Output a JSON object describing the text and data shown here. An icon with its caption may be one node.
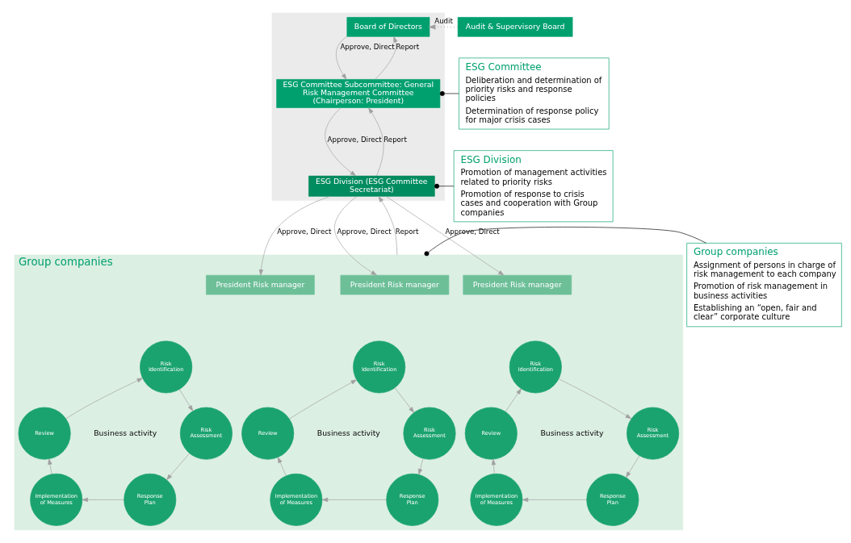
{
  "diagram": {
    "nodes": [
      {
        "text": [],
        "shape": "triangle"
      },
      {
        "text": [
          "Board of Directors"
        ],
        "in": 0
      },
      {
        "text": [
          "Audit & Supervisory Board"
        ]
      },
      {
        "text": [
          "ESG Committee Subcommittee: General Risk Management Committee (Chairperson: President)"
        ],
        "in": 0
      },
      {
        "text": [
          "ESG Division (ESG Committee Secretariat)"
        ],
        "in": 0
      },
      {
        "text": [
          "Group companies"
        ]
      },
      {
        "text": [
          "President Risk manager"
        ],
        "in": 5
      },
      {
        "text": [
          "Risk Identification"
        ],
        "in": 5
      },
      {
        "text": [
          "Risk Assessment"
        ],
        "in": 5
      },
      {
        "text": [
          "Response Plan"
        ],
        "in": 5
      },
      {
        "text": [
          "Implementation of Measures"
        ],
        "in": 5
      },
      {
        "text": [
          "Review"
        ],
        "in": 5
      },
      {
        "text": [
          "President Risk manager"
        ],
        "in": 5
      },
      {
        "text": [
          "Risk Identification"
        ],
        "in": 5
      },
      {
        "text": [
          "Risk Assessment"
        ],
        "in": 5
      },
      {
        "text": [
          "Response Plan"
        ],
        "in": 5
      },
      {
        "text": [
          "Implementation of Measures"
        ],
        "in": 5
      },
      {
        "text": [
          "Review"
        ],
        "in": 5
      },
      {
        "text": [
          "President Risk manager"
        ],
        "in": 5
      },
      {
        "text": [
          "Risk Identification"
        ],
        "in": 5
      },
      {
        "text": [
          "Risk Assessment"
        ],
        "in": 5
      },
      {
        "text": [
          "Response Plan"
        ],
        "in": 5
      },
      {
        "text": [
          "Implementation of Measures"
        ],
        "in": 5
      },
      {
        "text": [
          "Review"
        ],
        "in": 5
      },
      {
        "text": [
          "ESG Committee",
          "Deliberation and determination of priority risks and response policies",
          "Determination of response policy for major crisis cases"
        ]
      },
      {
        "text": [
          "ESG Division",
          "Promotion of management activities related to priority risks",
          "Promotion of response to crisis cases and cooperation with Group companies"
        ]
      },
      {
        "text": [
          "Group companies",
          "Assignment of persons in charge of risk management to each company",
          "Promotion of risk management in business activities",
          "Establishing an “open, fair and clear” corporate culture"
        ]
      }
    ],
    "edges": [
      {
        "from": 2,
        "to": 1,
        "arrow": "to",
        "label": "Audit",
        "style": "dashed"
      },
      {
        "from": 1,
        "to": 3,
        "arrow": "to",
        "label": "Approve, Direct"
      },
      {
        "from": 3,
        "to": 1,
        "arrow": "to",
        "label": "Report"
      },
      {
        "from": 3,
        "to": 4,
        "arrow": "to",
        "label": "Approve, Direct"
      },
      {
        "from": 4,
        "to": 3,
        "arrow": "to",
        "label": "Report"
      },
      {
        "from": 5,
        "to": 4,
        "arrow": "to",
        "label": "Report"
      },
      {
        "from": 4,
        "to": 6,
        "arrow": "to",
        "label": "Approve, Direct"
      },
      {
        "from": 4,
        "to": 12,
        "arrow": "to",
        "label": "Approve, Direct"
      },
      {
        "from": 4,
        "to": 18,
        "arrow": "to",
        "label": "Approve, Direct"
      },
      {
        "from": 7,
        "to": 8,
        "arrow": "to"
      },
      {
        "from": 8,
        "to": 9,
        "arrow": "to"
      },
      {
        "from": 9,
        "to": 10,
        "arrow": "to"
      },
      {
        "from": 10,
        "to": 11,
        "arrow": "to"
      },
      {
        "from": 11,
        "to": 7,
        "arrow": "to"
      },
      {
        "from": 13,
        "to": 14,
        "arrow": "to"
      },
      {
        "from": 14,
        "to": 15,
        "arrow": "to"
      },
      {
        "from": 15,
        "to": 16,
        "arrow": "to"
      },
      {
        "from": 16,
        "to": 17,
        "arrow": "to"
      },
      {
        "from": 17,
        "to": 13,
        "arrow": "to"
      },
      {
        "from": 19,
        "to": 20,
        "arrow": "to"
      },
      {
        "from": 20,
        "to": 21,
        "arrow": "to"
      },
      {
        "from": 21,
        "to": 22,
        "arrow": "to"
      },
      {
        "from": 22,
        "to": 23,
        "arrow": "to"
      },
      {
        "from": 23,
        "to": 19,
        "arrow": "to"
      },
      {
        "from": 3,
        "to": 24,
        "arrow": "other",
        "color": "#000000"
      },
      {
        "from": 4,
        "to": 25,
        "arrow": "other",
        "color": "#000000"
      },
      {
        "from": 5,
        "to": 26,
        "arrow": "other",
        "color": "#000000"
      }
    ],
    "labels": [
      "Business activity",
      "Business activity",
      "Business activity"
    ]
  }
}
